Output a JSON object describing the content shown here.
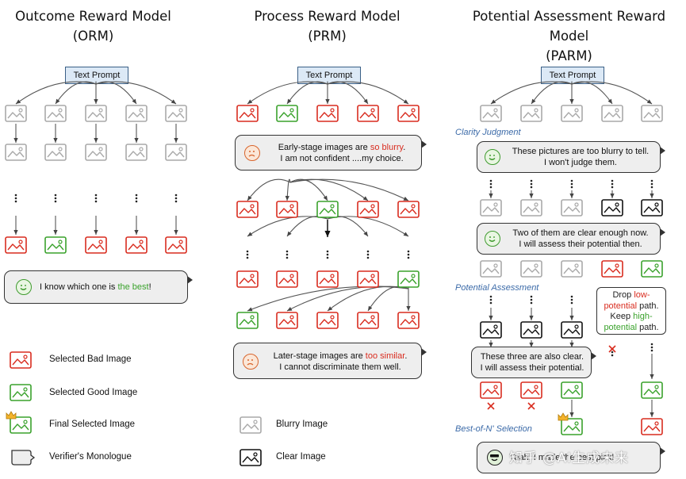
{
  "titles": {
    "orm": [
      "Outcome Reward Model",
      "(ORM)"
    ],
    "prm": [
      "Process Reward Model",
      "(PRM)"
    ],
    "parm": [
      "Potential Assessment Reward Model",
      "(PARM)"
    ]
  },
  "prompt_label": "Text Prompt",
  "orm": {
    "monologue": [
      "I know which one is ",
      "the best",
      "!"
    ]
  },
  "prm": {
    "monologue_early": [
      "Early-stage images are ",
      "so blurry",
      ".",
      "I am not confident ....my choice."
    ],
    "monologue_late": [
      "Later-stage images are ",
      "too similar",
      ".",
      "I cannot discriminate them well."
    ]
  },
  "parm": {
    "stage_clarity": "Clarity Judgment",
    "stage_potential": "Potential Assessment",
    "stage_bestofn": "Best-of-N' Selection",
    "monologue_clarity_1": [
      "These pictures are too blurry to tell.",
      "I won't judge them."
    ],
    "monologue_clarity_2": [
      "Two of them are clear enough now.",
      "I will assess their potential then."
    ],
    "monologue_potential": [
      "These three are also clear.",
      "I will assess their potential."
    ],
    "note_drop_keep": [
      "Drop ",
      "low-",
      "potential",
      " path.",
      "Keep ",
      "high-",
      "potential",
      " path."
    ],
    "monologue_final": "Yeah! I made the best pick!"
  },
  "legend": {
    "bad": "Selected Bad Image",
    "good": "Selected Good Image",
    "final": "Final Selected Image",
    "monologue": "Verifier's Monologue",
    "blurry": "Blurry Image",
    "clear": "Clear Image"
  },
  "watermark": "知乎 @AI生成未来",
  "colors": {
    "bad": "#d92c1f",
    "good": "#3aa22c",
    "blurry": "#a9a9a9",
    "clear": "#111111",
    "prompt_fill": "#dce9f6",
    "stage_label": "#3b6aa8",
    "bubble_fill": "#eeeeee"
  }
}
